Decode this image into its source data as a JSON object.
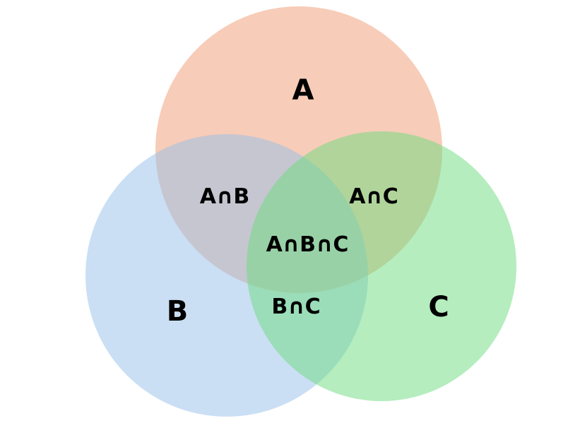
{
  "diagram": {
    "type": "venn-3-set",
    "sets": [
      {
        "id": "A",
        "label": "A",
        "color": "#f7cdb9"
      },
      {
        "id": "B",
        "label": "B",
        "color": "#cadff4"
      },
      {
        "id": "C",
        "label": "C",
        "color": "#b5edbe"
      }
    ],
    "intersections": {
      "ab": "A∩B",
      "ac": "A∩C",
      "bc": "B∩C",
      "abc": "A∩B∩C"
    },
    "overlap_colors": {
      "ab": "#c8ccd9",
      "ac": "#dbc7a0",
      "bc": "#aed9d8",
      "abc": "#bac9cc"
    }
  }
}
